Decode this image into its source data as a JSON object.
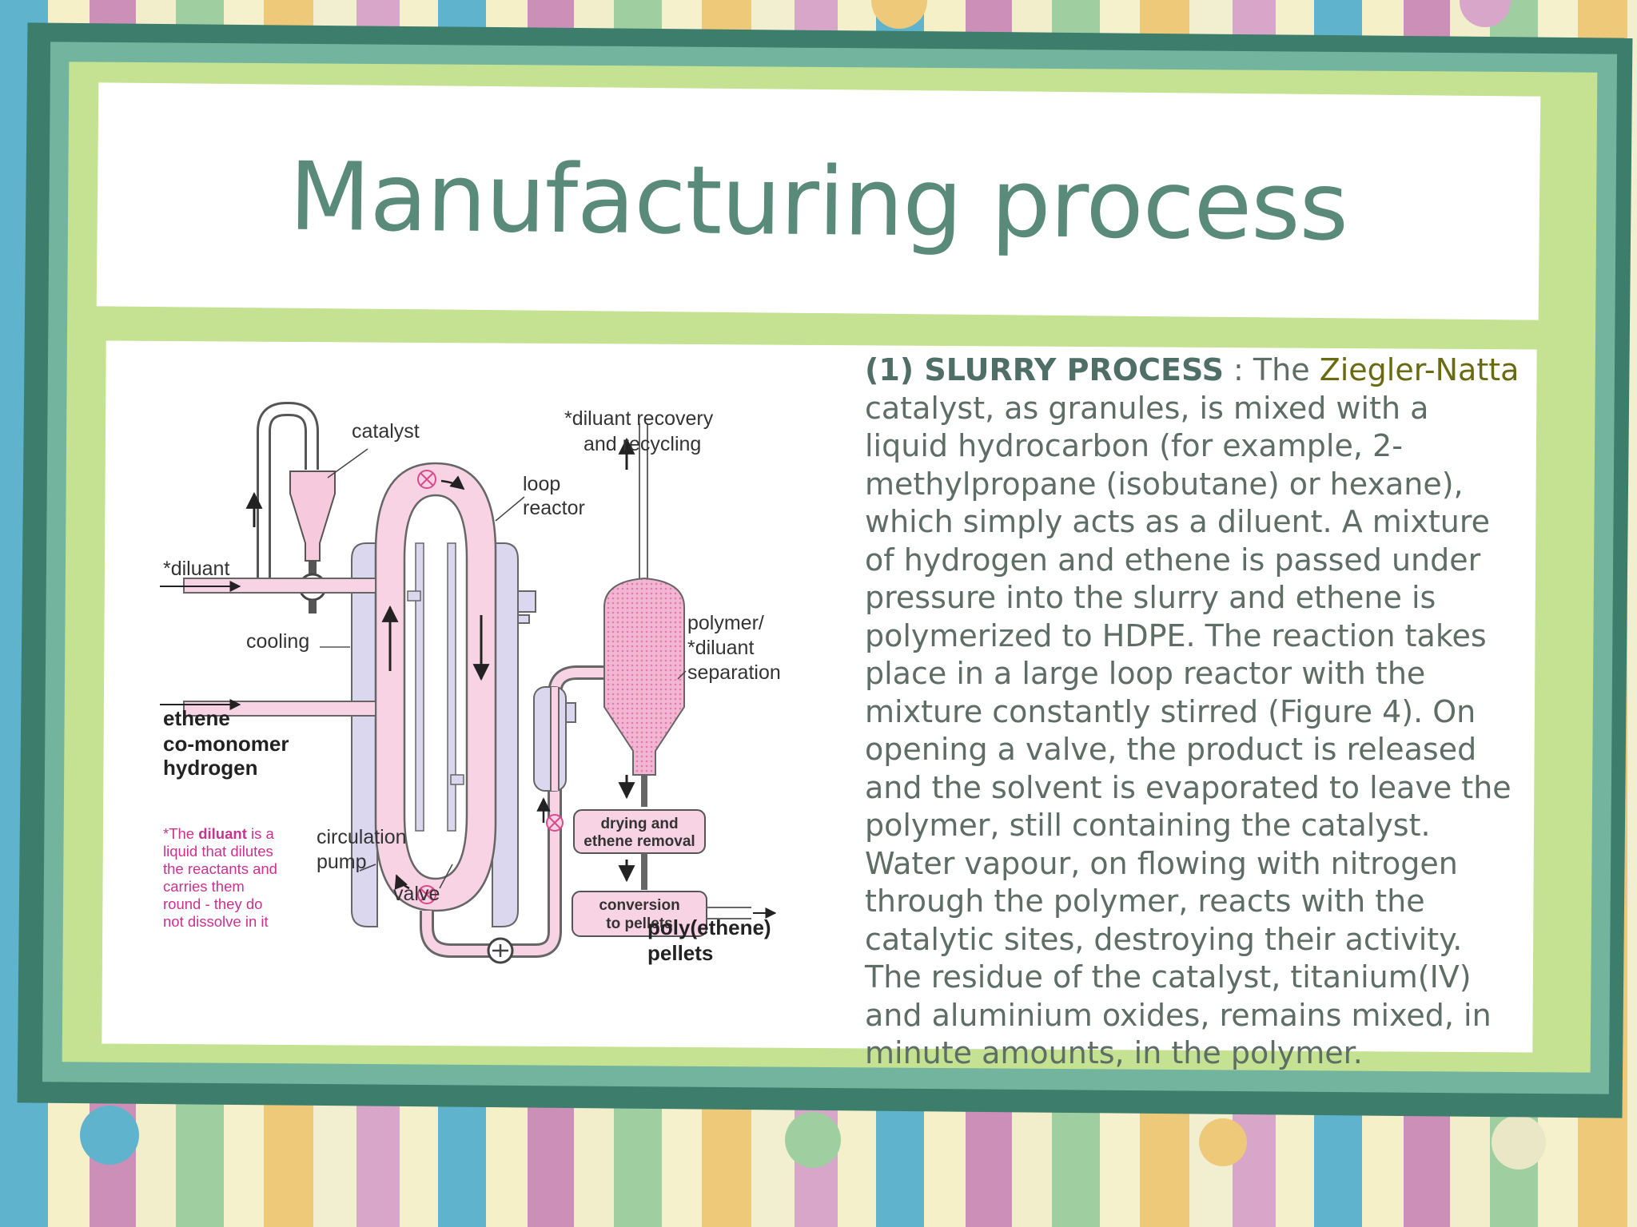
{
  "slide": {
    "title": "Manufacturing process"
  },
  "diagram": {
    "labels": {
      "catalyst": "catalyst",
      "diluant_recovery_1": "*diluant recovery",
      "diluant_recovery_2": "and recycling",
      "loop_1": "loop",
      "loop_2": "reactor",
      "diluant": "*diluant",
      "cooling": "cooling",
      "separation_1": "polymer/",
      "separation_2": "*diluant",
      "separation_3": "separation",
      "feed_1": "ethene",
      "feed_2": "co-monomer",
      "feed_3": "hydrogen",
      "drying_1": "drying and",
      "drying_2": "ethene removal",
      "pump_1": "circulation",
      "pump_2": "pump",
      "conversion_1": "conversion",
      "conversion_2": "to pellets",
      "valve": "valve",
      "product_1": "poly(ethene)",
      "product_2": "pellets"
    },
    "footnote": {
      "line1_pre": "*The ",
      "line1_bold": "diluant",
      "line1_post": " is a",
      "line2": "liquid that dilutes",
      "line3": "the reactants and",
      "line4": "carries them",
      "line5": "round - they do",
      "line6": "not dissolve in it"
    }
  },
  "body": {
    "lead": "(1) SLURRY PROCESS",
    "sep": " : The ",
    "highlight": "Ziegler-Natta",
    "text": " catalyst, as granules, is mixed with a liquid hydrocarbon (for example, 2-methylpropane (isobutane) or hexane), which simply acts as a diluent.  A mixture of hydrogen and ethene is passed under pressure into the slurry and ethene is polymerized to HDPE. The reaction takes place in a large loop reactor with the mixture constantly stirred (Figure 4).  On opening a valve, the product is released and the solvent is evaporated to leave the polymer, still containing the catalyst.  Water vapour, on flowing with nitrogen through the polymer, reacts with the catalytic sites, destroying their activity. The residue of the catalyst, titanium(IV) and aluminium oxides, remains mixed, in minute amounts, in the polymer."
  },
  "colors": {
    "title": "#5a8a7a",
    "frame_dark": "#3c7d6c",
    "frame_teal": "#73b49f",
    "frame_light": "#c4e291",
    "highlight": "#6a6a12",
    "footnote": "#c8338f",
    "reactor_fill": "#f6c9dd"
  }
}
